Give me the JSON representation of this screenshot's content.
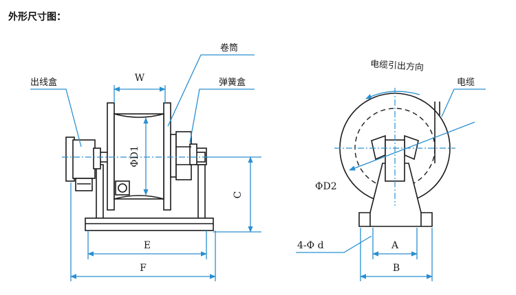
{
  "heading": "外形尺寸图：",
  "side_view": {
    "label_outlet_box": "出线盒",
    "label_drum": "卷筒",
    "label_spring_box": "弹簧盒",
    "dim_w": "W",
    "dim_d1": "ΦD1",
    "dim_c": "C",
    "dim_e": "E",
    "dim_f": "F"
  },
  "front_view": {
    "label_direction": "电缆引出方向",
    "label_cable": "电缆",
    "dim_d2": "ΦD2",
    "dim_holes": "4-Φ d",
    "dim_a": "A",
    "dim_b": "B"
  },
  "colors": {
    "outline": "#1a1a1a",
    "dimension": "#2a8fd0"
  }
}
